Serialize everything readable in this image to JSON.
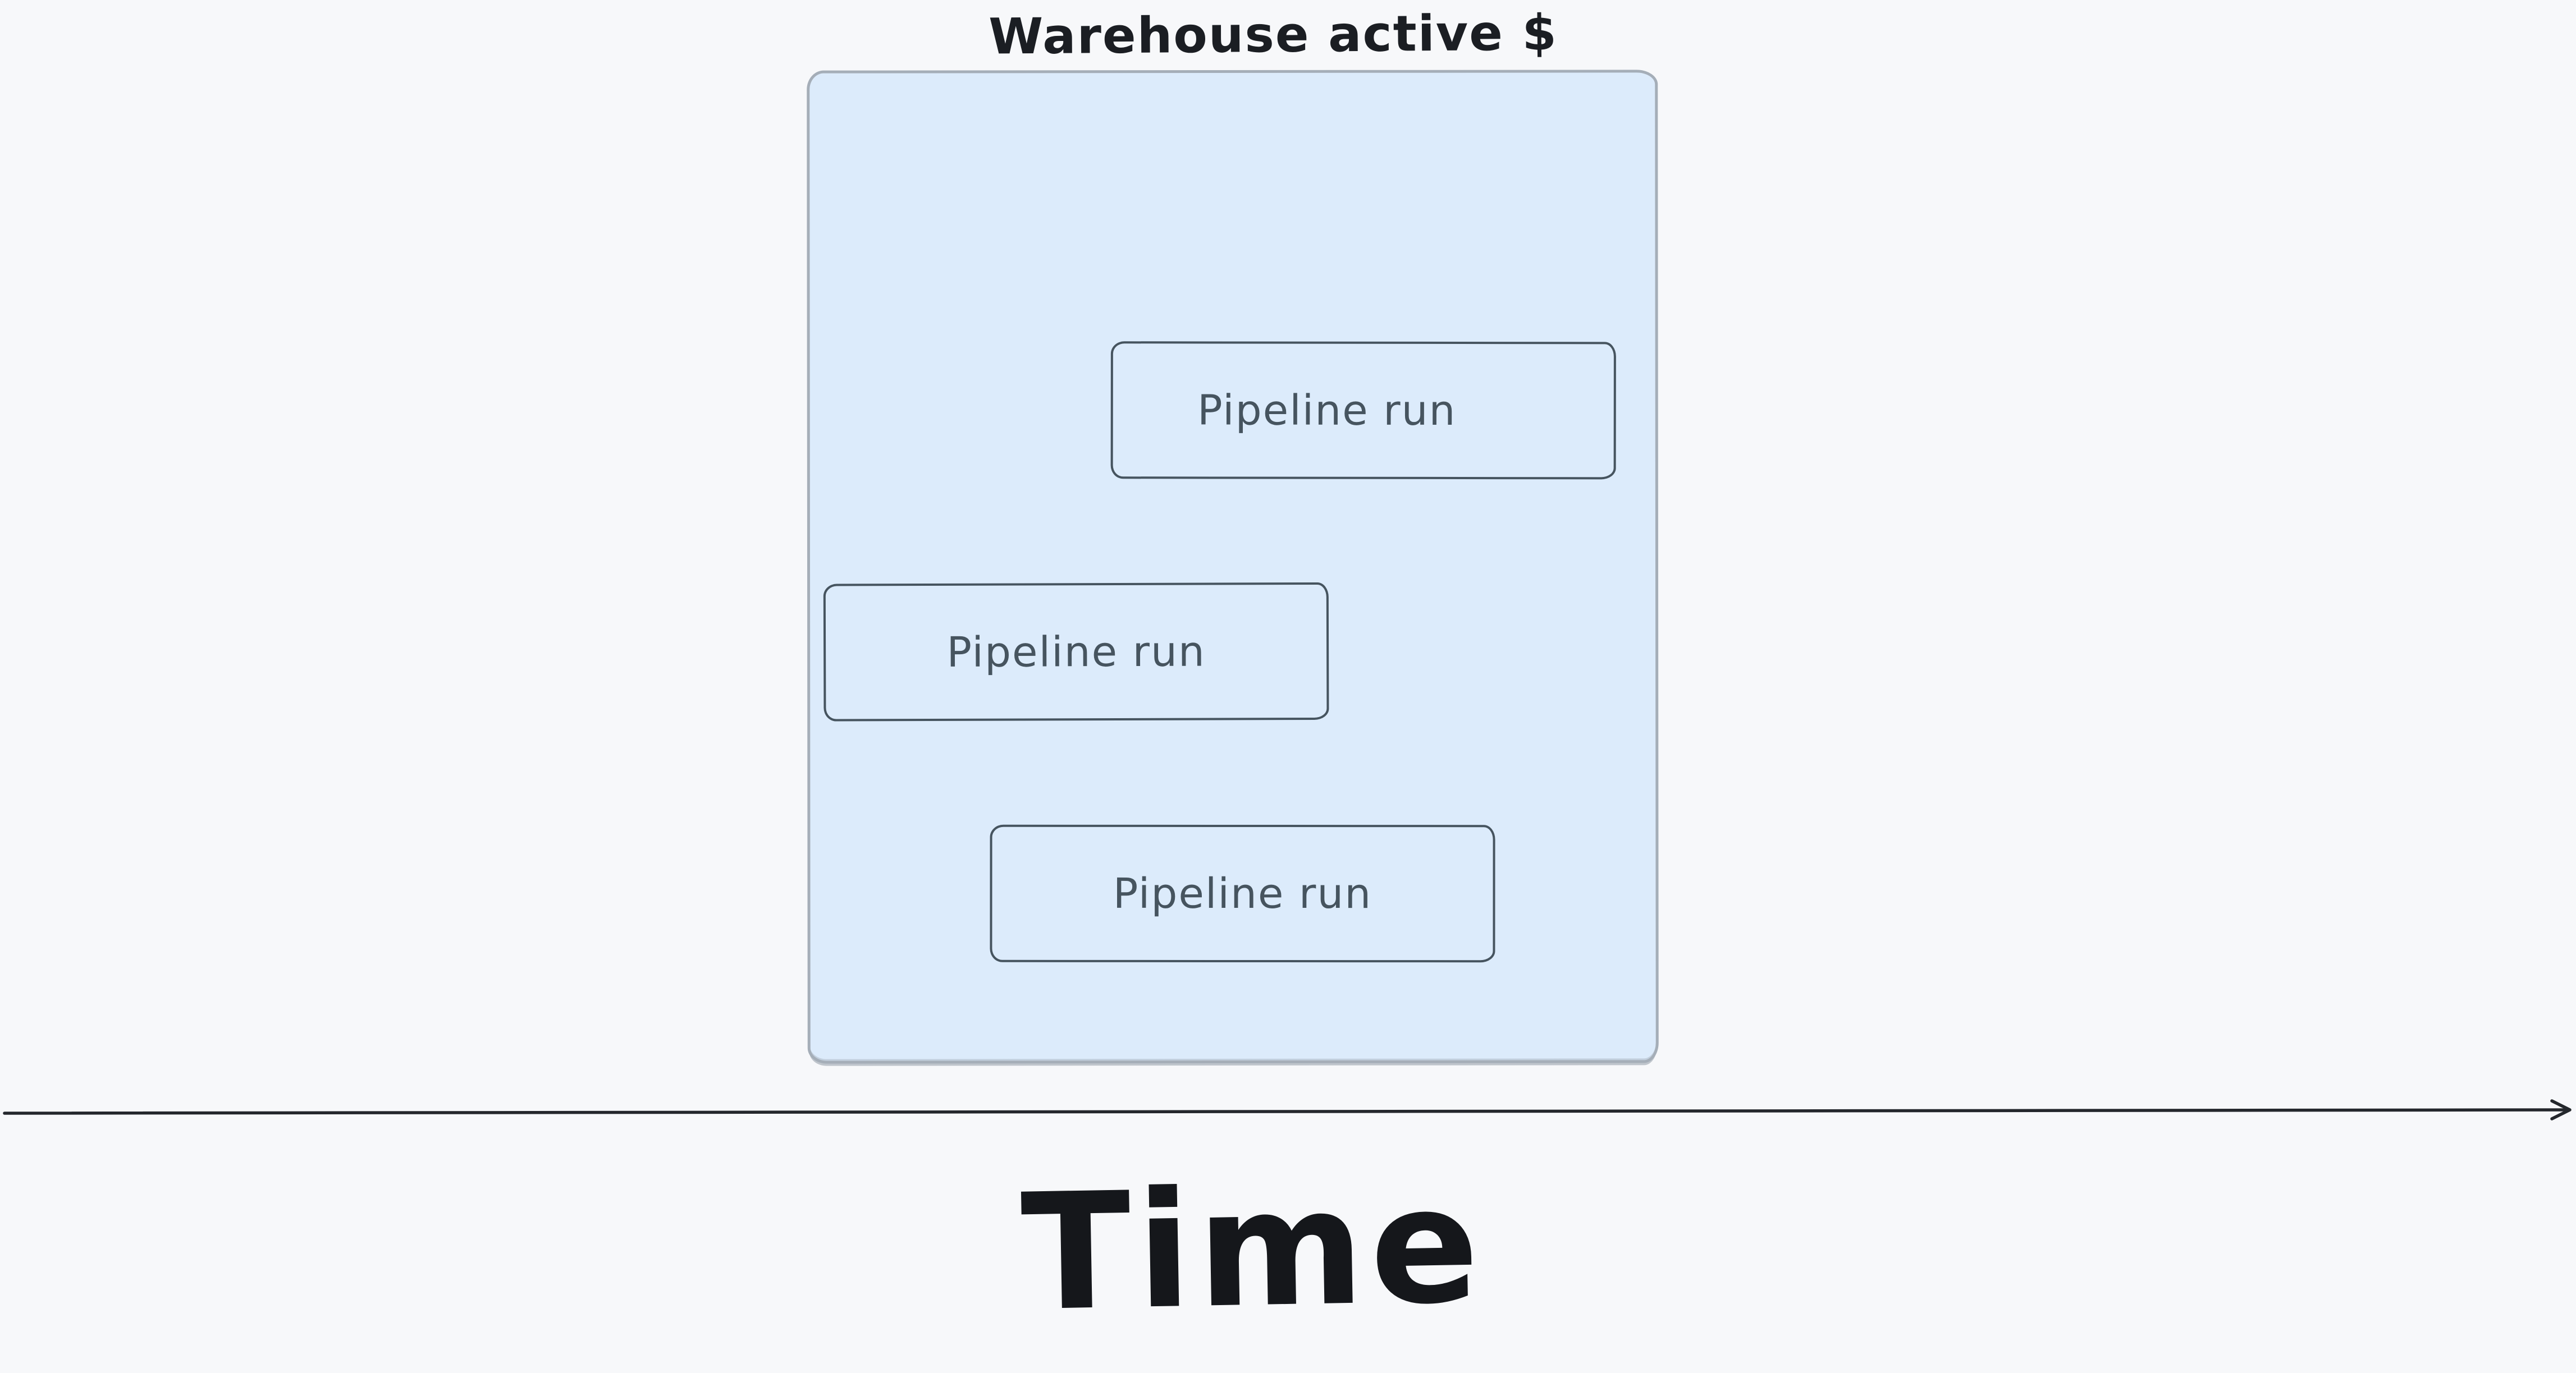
{
  "title": "Warehouse active $",
  "container": {
    "fill": "#dcebfb",
    "border_color": "#a5aeb8"
  },
  "pipeline_runs": [
    {
      "label": "Pipeline run"
    },
    {
      "label": "Pipeline run"
    },
    {
      "label": "Pipeline run"
    }
  ],
  "axis": {
    "label": "Time",
    "line_color": "#24272c"
  },
  "colors": {
    "background": "#f7f8fa",
    "pipeline_border": "#46545f",
    "pipeline_text": "#46545f",
    "ink": "#1b1e23"
  }
}
